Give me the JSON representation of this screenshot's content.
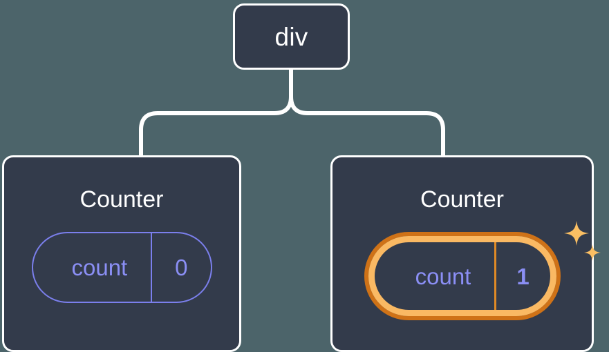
{
  "diagram": {
    "type": "component-tree",
    "background_color": "#4c646a",
    "node_fill_color": "#333b4b",
    "node_border_color": "#ffffff",
    "edge_color": "#ffffff",
    "state_color": "#8b8ff5",
    "highlight_outer_color": "#cf7217",
    "highlight_inner_color": "#fab963",
    "root": {
      "label": "div"
    },
    "children": [
      {
        "label": "Counter",
        "state": {
          "key": "count",
          "value": "0"
        },
        "highlighted": false
      },
      {
        "label": "Counter",
        "state": {
          "key": "count",
          "value": "1"
        },
        "highlighted": true,
        "sparkle_icons": [
          "sparkle-large-icon",
          "sparkle-small-icon"
        ]
      }
    ]
  }
}
